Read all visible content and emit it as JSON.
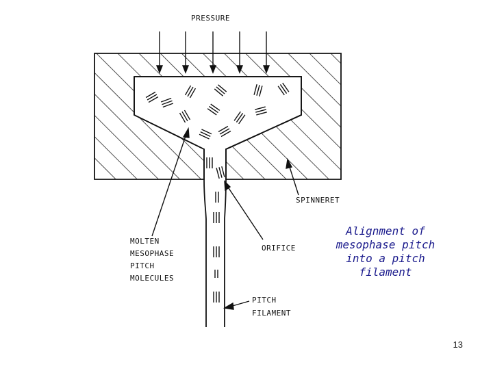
{
  "diagram": {
    "labels": {
      "pressure": "PRESSURE",
      "spinneret": "SPINNERET",
      "orifice": "ORIFICE",
      "molten_lines": [
        "MOLTEN",
        "MESOPHASE",
        "PITCH",
        "MOLECULES"
      ],
      "filament_lines": [
        "PITCH",
        "FILAMENT"
      ]
    }
  },
  "caption": {
    "lines": [
      "Alignment of",
      "mesophase pitch",
      "into a pitch",
      "filament"
    ],
    "color": "#1a1a8c"
  },
  "page_number": "13"
}
